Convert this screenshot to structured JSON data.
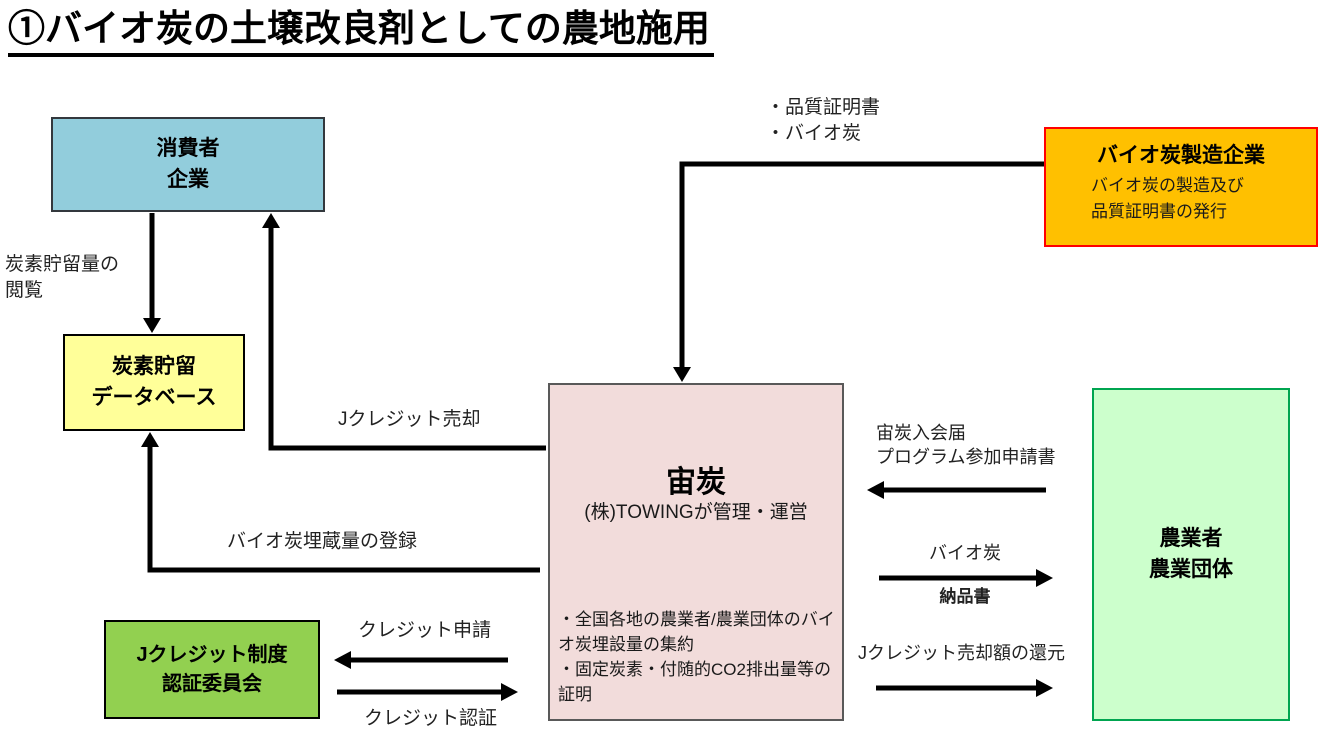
{
  "title": "①バイオ炭の土壌改良剤としての農地施用",
  "nodes": {
    "consumer": {
      "label": "消費者\n企業"
    },
    "database": {
      "label": "炭素貯留\nデータベース"
    },
    "soratan": {
      "title": "宙炭",
      "subtitle": "(株)TOWINGが管理・運営",
      "bullets": "・全国各地の農業者/農業団体のバイオ炭埋設量の集約\n・固定炭素・付随的CO2排出量等の証明"
    },
    "maker": {
      "title": "バイオ炭製造企業",
      "subtitle": "バイオ炭の製造及び\n品質証明書の発行"
    },
    "farmer": {
      "label": "農業者\n農業団体"
    },
    "jcredit": {
      "label": "Jクレジット制度\n認証委員会"
    }
  },
  "edges": {
    "carbon_view": "炭素貯留量の\n閲覧",
    "jcredit_sale": "Jクレジット売却",
    "biochar_register": "バイオ炭埋蔵量の登録",
    "quality_cert": "・品質証明書\n・バイオ炭",
    "join_request": "宙炭入会届\nプログラム参加申請書",
    "biochar": "バイオ炭",
    "delivery_note": "納品書",
    "refund": "Jクレジット売却額の還元",
    "credit_apply": "クレジット申請",
    "credit_cert": "クレジット認証"
  },
  "colors": {
    "consumer_fill": "#92CDDC",
    "database_fill": "#FFFF99",
    "soratan_fill": "#F2DCDB",
    "maker_fill": "#FFC000",
    "maker_border": "#FF0000",
    "farmer_fill": "#CCFFCC",
    "farmer_border": "#00A550",
    "jcredit_fill": "#92D050",
    "arrow": "#000000"
  }
}
